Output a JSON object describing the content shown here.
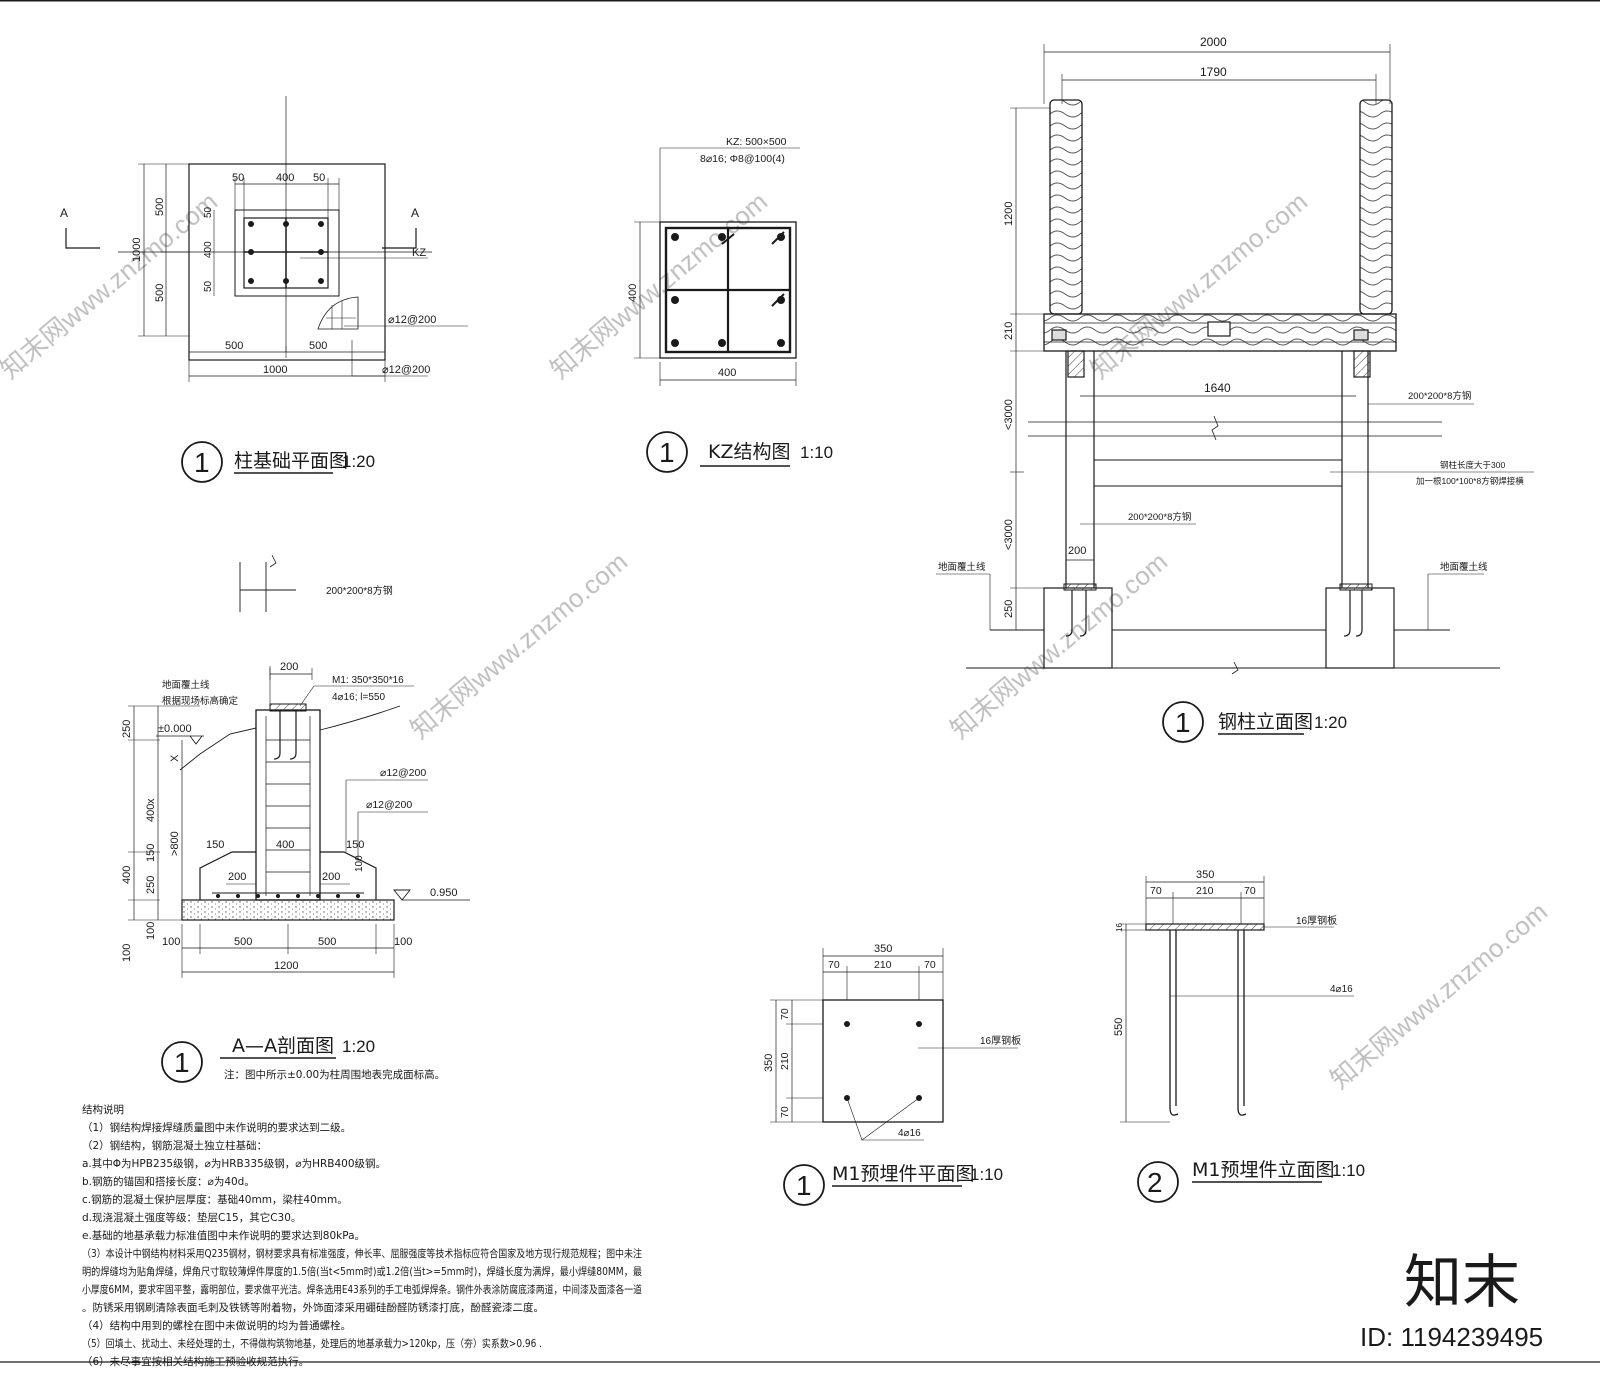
{
  "views": {
    "found_plan": {
      "title": "柱基础平面图",
      "scale": "1:20",
      "num": "1",
      "section_mark": "A",
      "kz_label": "KZ",
      "dims": {
        "d500": "500",
        "d400": "400",
        "d50": "50",
        "d1000": "1000"
      },
      "rebar": "⌀12@200"
    },
    "kz": {
      "title": "KZ结构图",
      "scale": "1:10",
      "num": "1",
      "spec1": "KZ: 500×500",
      "spec2": "8⌀16; Φ8@100(4)",
      "dim": "400"
    },
    "elev": {
      "title": "钢柱立面图",
      "scale": "1:20",
      "num": "1",
      "d2000": "2000",
      "d1790": "1790",
      "d1640": "1640",
      "d1200": "1200",
      "d210": "210",
      "d3000": "<3000",
      "d200": "200",
      "d250": "250",
      "steel": "200*200*8方钢",
      "note_a": "钢柱长度大于300",
      "note_b": "加一根100*100*8方钢焊接横",
      "ground": "地面覆土线"
    },
    "section": {
      "title": "A—A剖面图",
      "scale": "1:20",
      "num": "1",
      "note": "注：图中所示±0.00为柱周围地表完成面标高。",
      "steel": "200*200*8方钢",
      "ground1": "地面覆土线",
      "ground2": "根据现场标高确定",
      "m1a": "M1: 350*350*16",
      "m1b": "4⌀16; l=550",
      "level0": "±0.000",
      "level2": "0.950",
      "rebar": "⌀12@200",
      "x": "x",
      "x2": "X",
      "d250": "250",
      "d400": "400",
      "d150": "150",
      "d800": ">800",
      "d100": "100",
      "d200": "200",
      "d500": "500",
      "d1200": "1200"
    },
    "m1_plan": {
      "title": "M1预埋件平面图",
      "scale": "1:10",
      "num": "1",
      "d350": "350",
      "d70": "70",
      "d210": "210",
      "plate": "16厚钢板",
      "bars": "4⌀16"
    },
    "m1_elev": {
      "title": "M1预埋件立面图",
      "scale": "1:10",
      "num": "2",
      "d350": "350",
      "d70": "70",
      "d210": "210",
      "d550": "550",
      "d16": "16",
      "plate": "16厚钢板",
      "bars": "4⌀16"
    }
  },
  "notes": {
    "heading": "结构说明",
    "lines": [
      "（1）钢结构焊接焊缝质量图中未作说明的要求达到二级。",
      "（2）钢结构，钢筋混凝土独立柱基础：",
      "a.其中Φ为HPB235级钢，⌀为HRB335级钢，⌀为HRB400级钢。",
      "b.钢筋的锚固和搭接长度：⌀为40d。",
      "c.钢筋的混凝土保护层厚度：基础40mm，梁柱40mm。",
      "d.现浇混凝土强度等级：垫层C15，其它C30。",
      "e.基础的地基承载力标准值图中未作说明的要求达到80kPa。",
      "（3）本设计中钢结构材料采用Q235钢材，钢材要求具有标准强度，伸长率、屈服强度等技术指标应符合国家及地方现行规范规程；图中未注",
      "明的焊缝均为贴角焊缝，焊角尺寸取较薄焊件厚度的1.5倍(当t<5mm时)或1.2倍(当t>=5mm时)，焊缝长度为满焊，最小焊缝80MM，最",
      "小厚度6MM，要求牢固平整，露明部位，要求做平光洁。焊条选用E43系列的手工电弧焊焊条。钢件外表涂防腐底漆两道，中间漆及面漆各一道",
      "。防锈采用钢刷清除表面毛刺及铁锈等附着物，外饰面漆采用硼硅酚醛防锈漆打底，酚醛瓷漆二度。",
      "（4）结构中用到的螺栓在图中未做说明的均为普通螺栓。",
      "（5）回填土、扰动土、未经处理的土，不得做构筑物地基，处理后的地基承载力>120kp，压（夯）实系数>0.96 .",
      "（6）未尽事宜按相关结构施工预验收规范执行。"
    ]
  },
  "watermark": {
    "text": "知末网www.znzmo.com",
    "logo": "知末",
    "id": "ID: 1194239495"
  }
}
